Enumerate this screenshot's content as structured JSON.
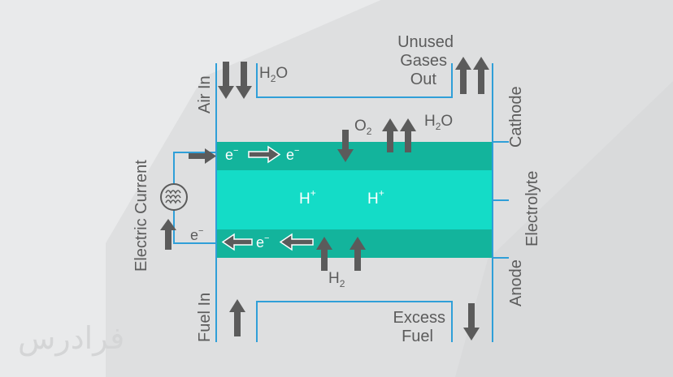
{
  "labels": {
    "air_in": "Air In",
    "fuel_in": "Fuel In",
    "cathode": "Cathode",
    "electrolyte": "Electrolyte",
    "anode": "Anode",
    "electric_current": "Electric Current",
    "unused_gases_line1": "Unused",
    "unused_gases_line2": "Gases",
    "unused_gases_line3": "Out",
    "excess_fuel_line1": "Excess",
    "excess_fuel_line2": "Fuel"
  },
  "chem": {
    "h2o_top_base": "H",
    "h2o_top_sub": "2",
    "h2o_top_tail": "O",
    "o2_base": "O",
    "o2_sub": "2",
    "h2o_right_base": "H",
    "h2o_right_sub": "2",
    "h2o_right_tail": "O",
    "h2_base": "H",
    "h2_sub": "2",
    "electron_base": "e",
    "electron_sup": "−",
    "proton_base": "H",
    "proton_sup": "+"
  },
  "watermark": "فرادرس",
  "colors": {
    "background": "#e9eaeb",
    "shadow": "#dadbdc",
    "cathode_layer": "#13b49c",
    "electrolyte_layer": "#14dcc7",
    "anode_layer": "#13b49c",
    "wire": "#2f9fd8",
    "arrow": "#5b5b5b",
    "text": "#5c5c5c"
  }
}
